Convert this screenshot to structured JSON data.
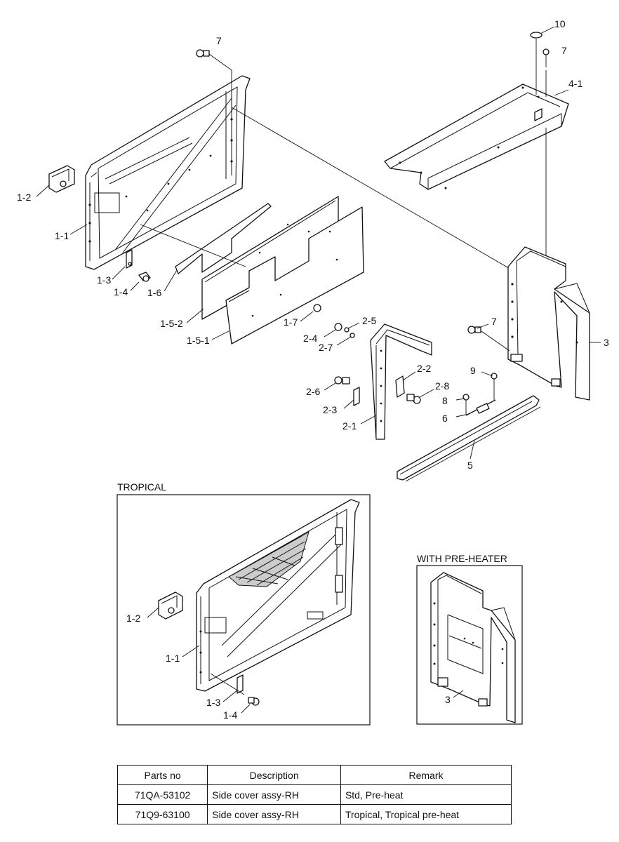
{
  "labels": {
    "main": [
      "7",
      "1-2",
      "1-1",
      "1-3",
      "1-4",
      "1-6",
      "1-5-2",
      "1-5-1",
      "1-7",
      "10",
      "7",
      "4-1",
      "3",
      "7",
      "2-5",
      "2-4",
      "2-7",
      "2-2",
      "2-6",
      "2-8",
      "2-3",
      "2-1",
      "9",
      "8",
      "6",
      "5"
    ],
    "tropical": [
      "1-2",
      "1-1",
      "1-3",
      "1-4"
    ],
    "preheater": [
      "3"
    ]
  },
  "insets": {
    "tropical_title": "TROPICAL",
    "preheater_title": "WITH PRE-HEATER"
  },
  "table": {
    "headers": [
      "Parts no",
      "Description",
      "Remark"
    ],
    "rows": [
      [
        "71QA-53102",
        "Side cover assy-RH",
        "Std, Pre-heat"
      ],
      [
        "71Q9-63100",
        "Side cover assy-RH",
        "Tropical, Tropical pre-heat"
      ]
    ]
  }
}
